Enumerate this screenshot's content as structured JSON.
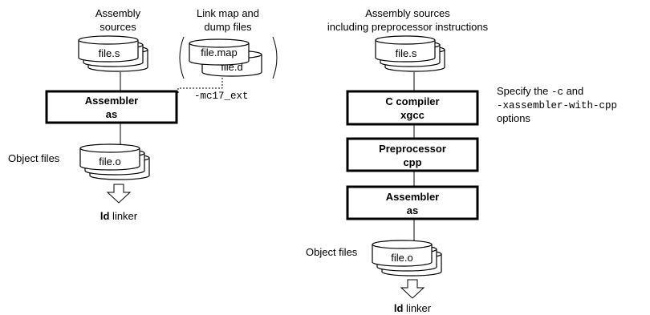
{
  "left": {
    "sources_label": [
      "Assembly",
      "sources"
    ],
    "mapdump_label": [
      "Link map and",
      "dump files"
    ],
    "source_file": "file.s",
    "map_file": "file.map",
    "dump_file": "file.d",
    "option_label": "-mc17_ext",
    "assembler": {
      "title": "Assembler",
      "cmd": "as"
    },
    "object_label": "Object files",
    "object_file": "file.o",
    "linker": {
      "bold": "ld",
      "rest": " linker"
    }
  },
  "right": {
    "sources_label": [
      "Assembly sources",
      "including preprocessor instructions"
    ],
    "source_file": "file.s",
    "specify": {
      "line1_text": "Specify the ",
      "line1_code": "-c",
      "line1_tail": " and",
      "line2_code": "-xassembler-with-cpp",
      "line3": "options"
    },
    "compiler": {
      "title": "C compiler",
      "cmd": "xgcc"
    },
    "preprocessor": {
      "title": "Preprocessor",
      "cmd": "cpp"
    },
    "assembler": {
      "title": "Assembler",
      "cmd": "as"
    },
    "object_label": "Object files",
    "object_file": "file.o",
    "linker": {
      "bold": "ld",
      "rest": " linker"
    }
  }
}
